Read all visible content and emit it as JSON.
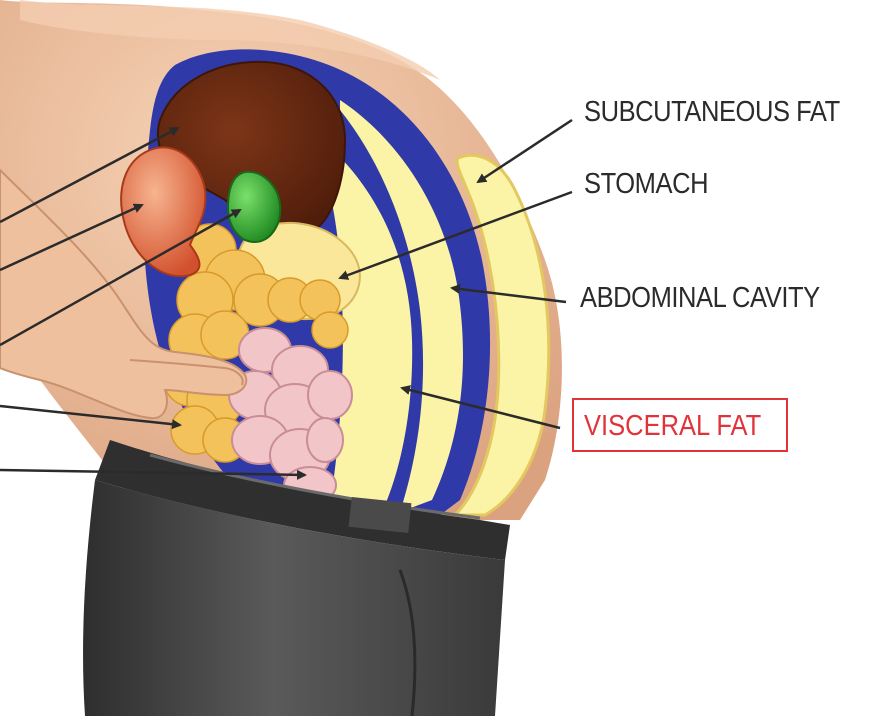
{
  "labels": {
    "subcutaneous_fat": "SUBCUTANEOUS FAT",
    "stomach": "STOMACH",
    "abdominal_cavity": "ABDOMINAL CAVITY",
    "visceral_fat": "VISCERAL FAT"
  },
  "colors": {
    "skin": "#f1c7a3",
    "skin_shadow": "#dca584",
    "cavity_lining": "#2f3aa8",
    "fat_yellow": "#fbf3a6",
    "liver": "#6e2b12",
    "kidney": "#e8734a",
    "gallbladder": "#3aa632",
    "intestine": "#f2c6c8",
    "small_fat": "#f3c25a",
    "pants": "#4a4a4a",
    "belt": "#2f2f2f",
    "highlight_label": "#e0343a"
  }
}
